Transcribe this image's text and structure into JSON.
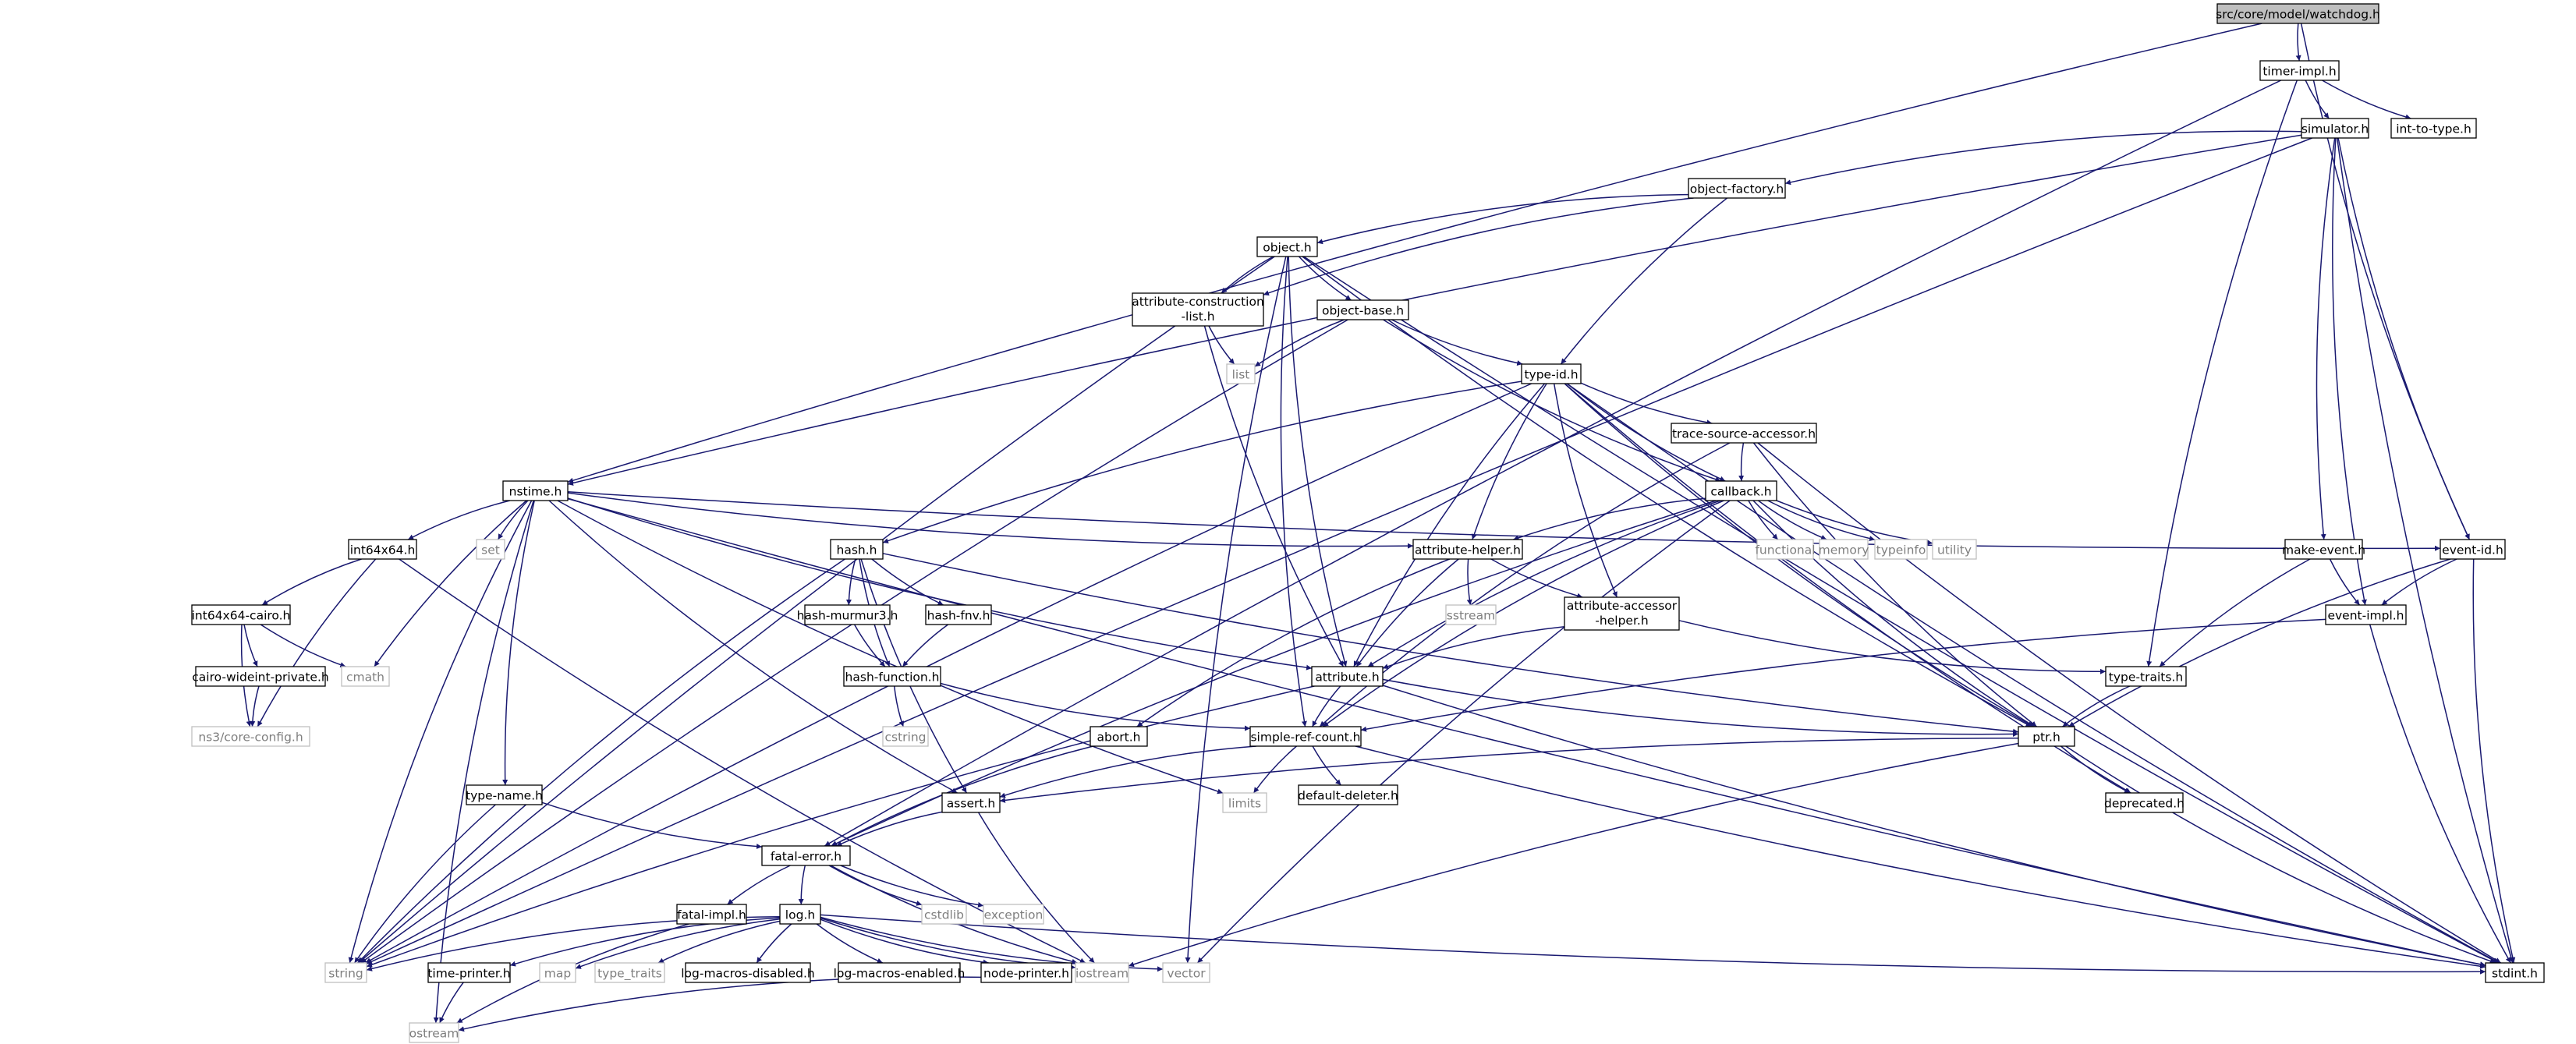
{
  "diagram": {
    "root": "src/core/model/watchdog.h",
    "nodes": [
      {
        "id": "watchdog",
        "label": "src/core/model/watchdog.h",
        "style": "root"
      },
      {
        "id": "timer_impl",
        "label": "timer-impl.h",
        "style": "file"
      },
      {
        "id": "simulator",
        "label": "simulator.h",
        "style": "file"
      },
      {
        "id": "int_to_type",
        "label": "int-to-type.h",
        "style": "file"
      },
      {
        "id": "object_factory",
        "label": "object-factory.h",
        "style": "file"
      },
      {
        "id": "object",
        "label": "object.h",
        "style": "file"
      },
      {
        "id": "attr_construction",
        "label": [
          "attribute-construction",
          "-list.h"
        ],
        "style": "file"
      },
      {
        "id": "object_base",
        "label": "object-base.h",
        "style": "file"
      },
      {
        "id": "list",
        "label": "list",
        "style": "system"
      },
      {
        "id": "type_id",
        "label": "type-id.h",
        "style": "file"
      },
      {
        "id": "trace_source",
        "label": "trace-source-accessor.h",
        "style": "file"
      },
      {
        "id": "nstime",
        "label": "nstime.h",
        "style": "file"
      },
      {
        "id": "callback",
        "label": "callback.h",
        "style": "file"
      },
      {
        "id": "make_event",
        "label": "make-event.h",
        "style": "file"
      },
      {
        "id": "event_id",
        "label": "event-id.h",
        "style": "file"
      },
      {
        "id": "set",
        "label": "set",
        "style": "system"
      },
      {
        "id": "int64x64",
        "label": "int64x64.h",
        "style": "file"
      },
      {
        "id": "hash",
        "label": "hash.h",
        "style": "file"
      },
      {
        "id": "attr_helper",
        "label": "attribute-helper.h",
        "style": "file"
      },
      {
        "id": "functional",
        "label": "functional",
        "style": "system"
      },
      {
        "id": "memory",
        "label": "memory",
        "style": "system"
      },
      {
        "id": "typeinfo",
        "label": "typeinfo",
        "style": "system"
      },
      {
        "id": "utility",
        "label": "utility",
        "style": "system"
      },
      {
        "id": "int64x64_cairo",
        "label": "int64x64-cairo.h",
        "style": "file"
      },
      {
        "id": "hash_murmur3",
        "label": "hash-murmur3.h",
        "style": "file"
      },
      {
        "id": "hash_fnv",
        "label": "hash-fnv.h",
        "style": "file"
      },
      {
        "id": "sstream",
        "label": "sstream",
        "style": "system"
      },
      {
        "id": "attr_accessor",
        "label": [
          "attribute-accessor",
          "-helper.h"
        ],
        "style": "file"
      },
      {
        "id": "event_impl",
        "label": "event-impl.h",
        "style": "file"
      },
      {
        "id": "cairo_wideint",
        "label": "cairo-wideint-private.h",
        "style": "file"
      },
      {
        "id": "cmath",
        "label": "cmath",
        "style": "system"
      },
      {
        "id": "hash_function",
        "label": "hash-function.h",
        "style": "file"
      },
      {
        "id": "attribute",
        "label": "attribute.h",
        "style": "file"
      },
      {
        "id": "type_traits_h",
        "label": "type-traits.h",
        "style": "file"
      },
      {
        "id": "ns3_core_config",
        "label": "ns3/core-config.h",
        "style": "system"
      },
      {
        "id": "cstring",
        "label": "cstring",
        "style": "system"
      },
      {
        "id": "abort",
        "label": "abort.h",
        "style": "file"
      },
      {
        "id": "simple_ref_count",
        "label": "simple-ref-count.h",
        "style": "file"
      },
      {
        "id": "ptr",
        "label": "ptr.h",
        "style": "file"
      },
      {
        "id": "type_name",
        "label": "type-name.h",
        "style": "file"
      },
      {
        "id": "limits",
        "label": "limits",
        "style": "system"
      },
      {
        "id": "default_deleter",
        "label": "default-deleter.h",
        "style": "file"
      },
      {
        "id": "assert",
        "label": "assert.h",
        "style": "file"
      },
      {
        "id": "deprecated",
        "label": "deprecated.h",
        "style": "file"
      },
      {
        "id": "fatal_error",
        "label": "fatal-error.h",
        "style": "file"
      },
      {
        "id": "fatal_impl",
        "label": "fatal-impl.h",
        "style": "file"
      },
      {
        "id": "log",
        "label": "log.h",
        "style": "file"
      },
      {
        "id": "cstdlib",
        "label": "cstdlib",
        "style": "system"
      },
      {
        "id": "exception",
        "label": "exception",
        "style": "system"
      },
      {
        "id": "string",
        "label": "string",
        "style": "system"
      },
      {
        "id": "time_printer",
        "label": "time-printer.h",
        "style": "file"
      },
      {
        "id": "map",
        "label": "map",
        "style": "system"
      },
      {
        "id": "type_traits",
        "label": "type_traits",
        "style": "system"
      },
      {
        "id": "log_macros_disabled",
        "label": "log-macros-disabled.h",
        "style": "file"
      },
      {
        "id": "log_macros_enabled",
        "label": "log-macros-enabled.h",
        "style": "file"
      },
      {
        "id": "node_printer",
        "label": "node-printer.h",
        "style": "file"
      },
      {
        "id": "iostream",
        "label": "iostream",
        "style": "system"
      },
      {
        "id": "vector",
        "label": "vector",
        "style": "system"
      },
      {
        "id": "stdint",
        "label": "stdint.h",
        "style": "file"
      },
      {
        "id": "ostream",
        "label": "ostream",
        "style": "system"
      }
    ],
    "edges": [
      [
        "watchdog",
        "timer_impl"
      ],
      [
        "watchdog",
        "nstime"
      ],
      [
        "watchdog",
        "event_id"
      ],
      [
        "timer_impl",
        "simulator"
      ],
      [
        "timer_impl",
        "int_to_type"
      ],
      [
        "timer_impl",
        "fatal_error"
      ],
      [
        "timer_impl",
        "type_traits_h"
      ],
      [
        "simulator",
        "object_factory"
      ],
      [
        "simulator",
        "nstime"
      ],
      [
        "simulator",
        "string"
      ],
      [
        "simulator",
        "make_event"
      ],
      [
        "simulator",
        "event_impl"
      ],
      [
        "simulator",
        "event_id"
      ],
      [
        "simulator",
        "stdint"
      ],
      [
        "object_factory",
        "object"
      ],
      [
        "object_factory",
        "attr_construction"
      ],
      [
        "object_factory",
        "type_id"
      ],
      [
        "object",
        "attr_construction"
      ],
      [
        "object",
        "object_base"
      ],
      [
        "object",
        "attribute"
      ],
      [
        "object",
        "ptr"
      ],
      [
        "object",
        "simple_ref_count"
      ],
      [
        "object",
        "vector"
      ],
      [
        "object",
        "stdint"
      ],
      [
        "object",
        "string"
      ],
      [
        "attr_construction",
        "attribute"
      ],
      [
        "attr_construction",
        "list"
      ],
      [
        "object_base",
        "list"
      ],
      [
        "object_base",
        "type_id"
      ],
      [
        "object_base",
        "callback"
      ],
      [
        "object_base",
        "string"
      ],
      [
        "type_id",
        "trace_source"
      ],
      [
        "type_id",
        "callback"
      ],
      [
        "type_id",
        "attr_helper"
      ],
      [
        "type_id",
        "attr_accessor"
      ],
      [
        "type_id",
        "hash"
      ],
      [
        "type_id",
        "attribute"
      ],
      [
        "type_id",
        "deprecated"
      ],
      [
        "type_id",
        "stdint"
      ],
      [
        "type_id",
        "string"
      ],
      [
        "type_id",
        "ptr"
      ],
      [
        "trace_source",
        "callback"
      ],
      [
        "trace_source",
        "ptr"
      ],
      [
        "trace_source",
        "simple_ref_count"
      ],
      [
        "trace_source",
        "stdint"
      ],
      [
        "nstime",
        "event_id"
      ],
      [
        "nstime",
        "assert"
      ],
      [
        "nstime",
        "attribute"
      ],
      [
        "nstime",
        "attr_helper"
      ],
      [
        "nstime",
        "int64x64"
      ],
      [
        "nstime",
        "type_name"
      ],
      [
        "nstime",
        "cmath"
      ],
      [
        "nstime",
        "ostream"
      ],
      [
        "nstime",
        "set"
      ],
      [
        "nstime",
        "limits"
      ],
      [
        "nstime",
        "stdint"
      ],
      [
        "nstime",
        "string"
      ],
      [
        "callback",
        "attribute"
      ],
      [
        "callback",
        "attr_helper"
      ],
      [
        "callback",
        "fatal_error"
      ],
      [
        "callback",
        "ptr"
      ],
      [
        "callback",
        "simple_ref_count"
      ],
      [
        "callback",
        "functional"
      ],
      [
        "callback",
        "memory"
      ],
      [
        "callback",
        "typeinfo"
      ],
      [
        "callback",
        "utility"
      ],
      [
        "callback",
        "vector"
      ],
      [
        "make_event",
        "event_impl"
      ],
      [
        "make_event",
        "type_traits_h"
      ],
      [
        "event_id",
        "event_impl"
      ],
      [
        "event_id",
        "ptr"
      ],
      [
        "event_id",
        "stdint"
      ],
      [
        "int64x64",
        "int64x64_cairo"
      ],
      [
        "int64x64",
        "ns3_core_config"
      ],
      [
        "int64x64",
        "iostream"
      ],
      [
        "int64x64_cairo",
        "cairo_wideint"
      ],
      [
        "int64x64_cairo",
        "ns3_core_config"
      ],
      [
        "int64x64_cairo",
        "cmath"
      ],
      [
        "cairo_wideint",
        "ns3_core_config"
      ],
      [
        "hash",
        "hash_murmur3"
      ],
      [
        "hash",
        "hash_fnv"
      ],
      [
        "hash",
        "hash_function"
      ],
      [
        "hash",
        "assert"
      ],
      [
        "hash",
        "ptr"
      ],
      [
        "hash",
        "string"
      ],
      [
        "hash_murmur3",
        "hash_function"
      ],
      [
        "hash_fnv",
        "hash_function"
      ],
      [
        "hash_function",
        "cstring"
      ],
      [
        "hash_function",
        "simple_ref_count"
      ],
      [
        "attr_helper",
        "abort"
      ],
      [
        "attr_helper",
        "attribute"
      ],
      [
        "attr_helper",
        "attr_accessor"
      ],
      [
        "attr_helper",
        "sstream"
      ],
      [
        "attr_accessor",
        "attribute"
      ],
      [
        "attr_accessor",
        "type_traits_h"
      ],
      [
        "event_impl",
        "simple_ref_count"
      ],
      [
        "event_impl",
        "stdint"
      ],
      [
        "attribute",
        "ptr"
      ],
      [
        "attribute",
        "simple_ref_count"
      ],
      [
        "attribute",
        "stdint"
      ],
      [
        "attribute",
        "string"
      ],
      [
        "type_traits_h",
        "ptr"
      ],
      [
        "abort",
        "fatal_error"
      ],
      [
        "simple_ref_count",
        "assert"
      ],
      [
        "simple_ref_count",
        "default_deleter"
      ],
      [
        "simple_ref_count",
        "limits"
      ],
      [
        "simple_ref_count",
        "stdint"
      ],
      [
        "ptr",
        "assert"
      ],
      [
        "ptr",
        "deprecated"
      ],
      [
        "ptr",
        "iostream"
      ],
      [
        "ptr",
        "stdint"
      ],
      [
        "type_name",
        "fatal_error"
      ],
      [
        "type_name",
        "string"
      ],
      [
        "assert",
        "fatal_error"
      ],
      [
        "assert",
        "iostream"
      ],
      [
        "fatal_error",
        "fatal_impl"
      ],
      [
        "fatal_error",
        "log"
      ],
      [
        "fatal_error",
        "cstdlib"
      ],
      [
        "fatal_error",
        "exception"
      ],
      [
        "fatal_error",
        "iostream"
      ],
      [
        "fatal_impl",
        "ostream"
      ],
      [
        "log",
        "string"
      ],
      [
        "log",
        "time_printer"
      ],
      [
        "log",
        "map"
      ],
      [
        "log",
        "type_traits"
      ],
      [
        "log",
        "log_macros_disabled"
      ],
      [
        "log",
        "log_macros_enabled"
      ],
      [
        "log",
        "node_printer"
      ],
      [
        "log",
        "iostream"
      ],
      [
        "log",
        "vector"
      ],
      [
        "log",
        "stdint"
      ],
      [
        "time_printer",
        "ostream"
      ],
      [
        "node_printer",
        "ostream"
      ]
    ]
  }
}
